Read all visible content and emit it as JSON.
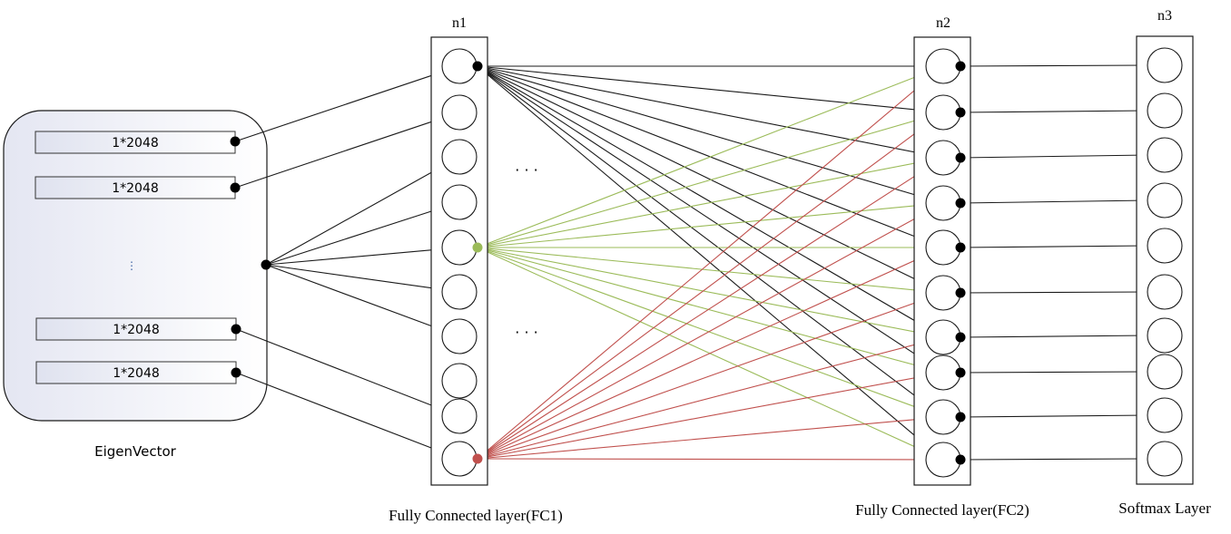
{
  "eigen": {
    "label": "EigenVector",
    "vector_labels": [
      "1*2048",
      "1*2048",
      "1*2048",
      "1*2048"
    ],
    "vdots": "⋮"
  },
  "fc1": {
    "top_label": "n1",
    "bottom_label": "Fully Connected layer(FC1)",
    "ellipsis": [
      "· · ·",
      "· · ·"
    ]
  },
  "fc2": {
    "top_label": "n2",
    "bottom_label": "Fully Connected layer(FC2)"
  },
  "softmax": {
    "top_label": "n3",
    "bottom_label": "Softmax Layer"
  },
  "colors": {
    "line_black": "#1a1a1a",
    "line_green": "#9bbb59",
    "line_red": "#c0504d",
    "box_gradient_start": "#e4e6f2",
    "box_gradient_end": "#ffffff"
  }
}
